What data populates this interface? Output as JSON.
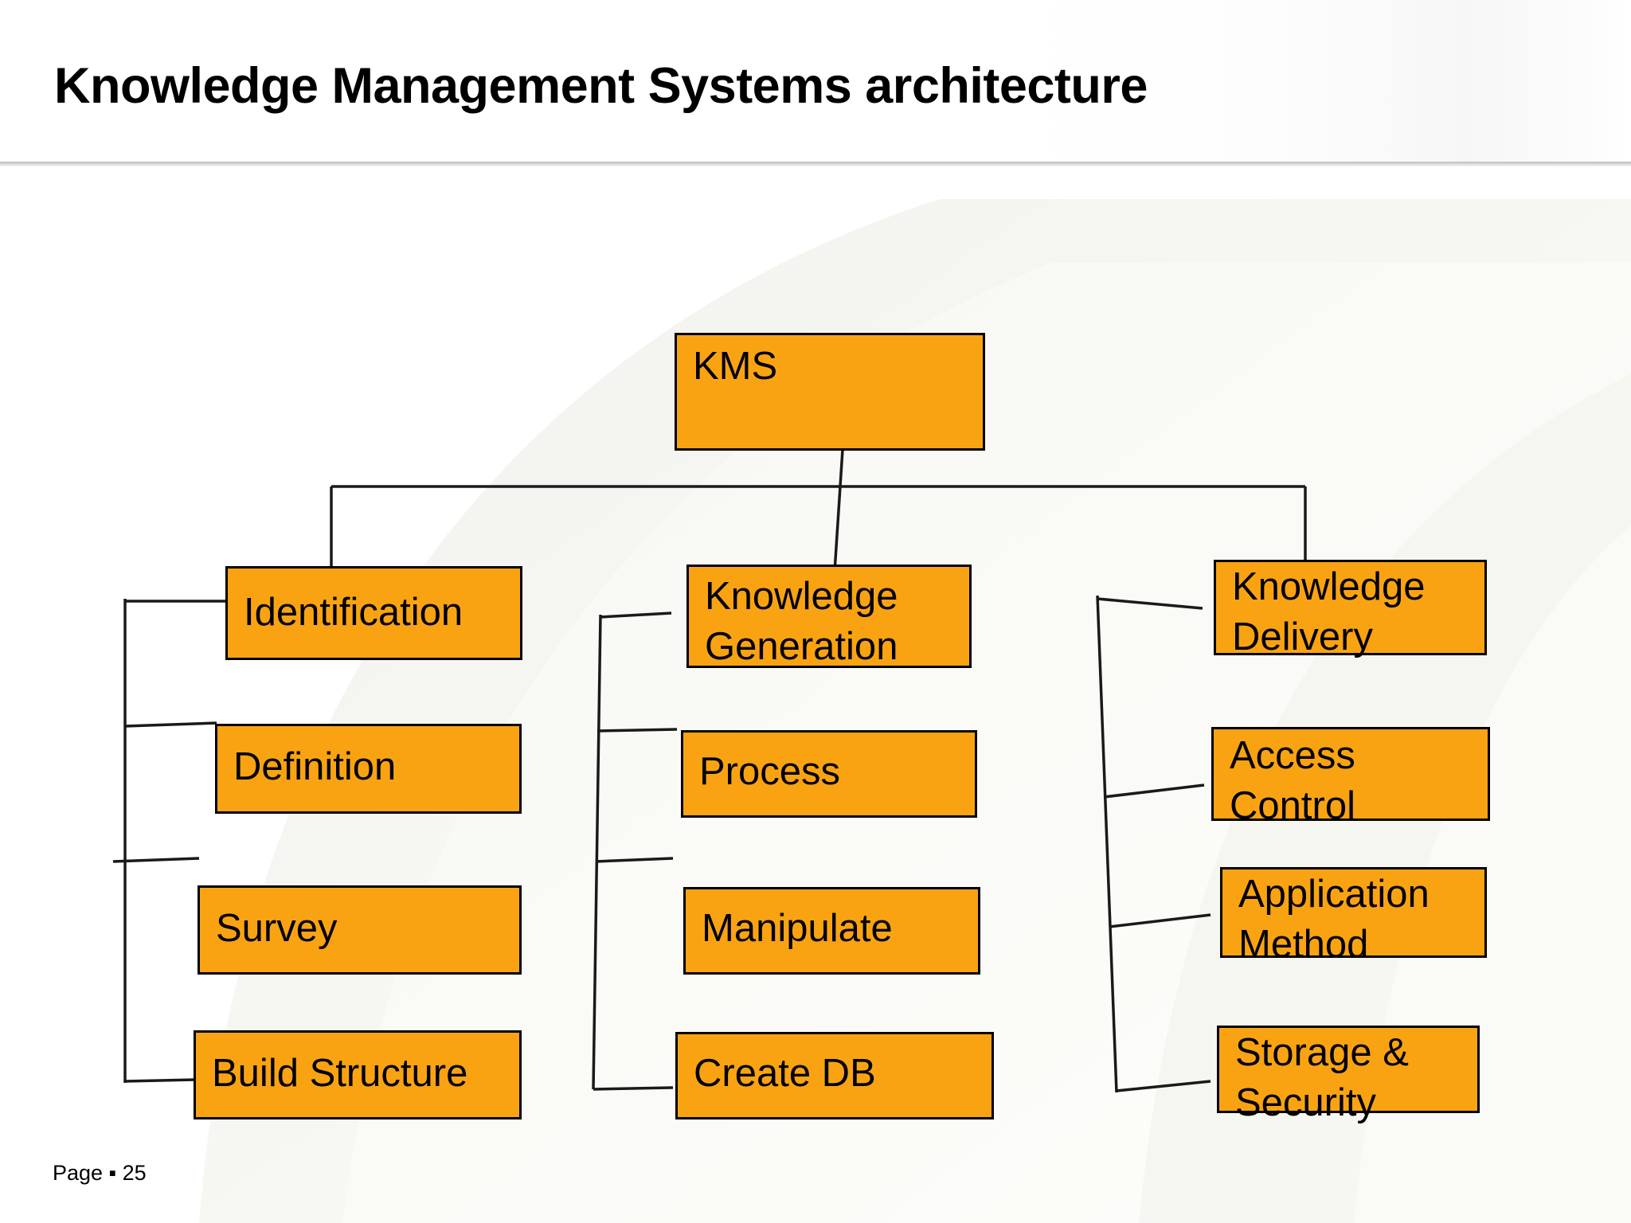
{
  "slide": {
    "title": "Knowledge Management Systems architecture",
    "page_label": "Page",
    "page_bullet": "▪",
    "page_number": "25",
    "page_footer": "Page ▪ 25"
  },
  "theme": {
    "node_fill": "#F9A313",
    "node_border": "#000000",
    "text_color": "#000000",
    "background": "#FFFFFF",
    "connector_color": "#1A1A1A"
  },
  "diagram": {
    "type": "tree",
    "root": {
      "id": "kms",
      "label": "KMS"
    },
    "branches": [
      {
        "id": "identification",
        "label": "Identification",
        "children": [
          {
            "id": "definition",
            "label": "Definition"
          },
          {
            "id": "survey",
            "label": "Survey"
          },
          {
            "id": "build-structure",
            "label": "Build Structure"
          }
        ]
      },
      {
        "id": "knowledge-generation",
        "label": "Knowledge\nGeneration",
        "children": [
          {
            "id": "process",
            "label": "Process"
          },
          {
            "id": "manipulate",
            "label": "Manipulate"
          },
          {
            "id": "create-db",
            "label": "Create DB"
          }
        ]
      },
      {
        "id": "knowledge-delivery",
        "label": "Knowledge\nDelivery",
        "children": [
          {
            "id": "access-control",
            "label": "Access\nControl"
          },
          {
            "id": "application-method",
            "label": "Application\nMethod"
          },
          {
            "id": "storage-security",
            "label": "Storage &\nSecurity"
          }
        ]
      }
    ]
  }
}
